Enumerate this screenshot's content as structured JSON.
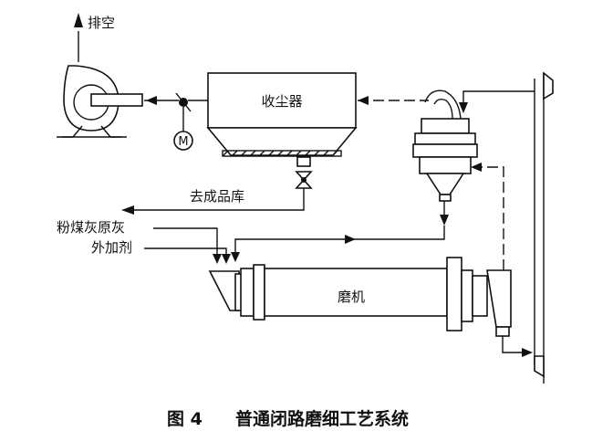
{
  "labels": {
    "exhaust": "排空",
    "dust_collector": "收尘器",
    "motor": "M",
    "to_storage": "去成品库",
    "raw_ash": "粉煤灰原灰",
    "additive": "外加剂",
    "mill": "磨机"
  },
  "caption": {
    "figure_no": "图 4",
    "title": "普通闭路磨细工艺系统"
  }
}
